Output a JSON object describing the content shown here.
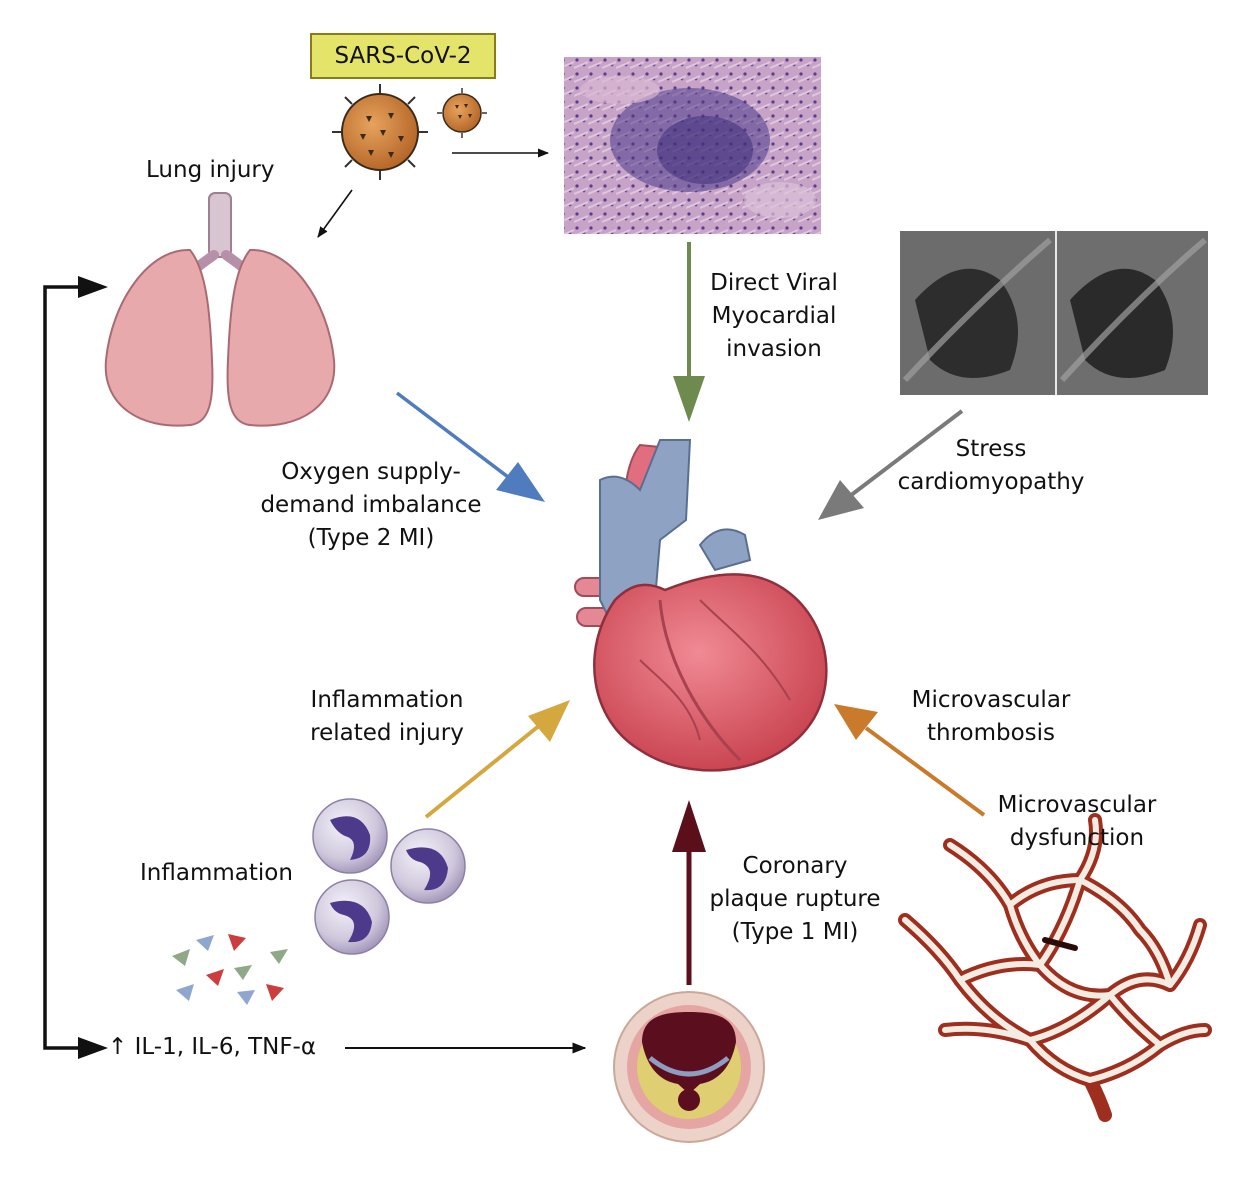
{
  "virus": {
    "label": "SARS-CoV-2"
  },
  "labels": {
    "lung_injury": "Lung injury",
    "direct_viral": [
      "Direct Viral",
      "Myocardial",
      "invasion"
    ],
    "stress": [
      "Stress",
      "cardiomyopathy"
    ],
    "oxygen": [
      "Oxygen supply-",
      "demand imbalance",
      "(Type 2 MI)"
    ],
    "inflammation_injury": [
      "Inflammation",
      "related injury"
    ],
    "micro_thrombosis": [
      "Microvascular",
      "thrombosis"
    ],
    "micro_dysfunction": [
      "Microvascular",
      "dysfunction"
    ],
    "inflammation": "Inflammation",
    "coronary": [
      "Coronary",
      "plaque rupture",
      "(Type 1 MI)"
    ],
    "cytokines": "↑ IL-1, IL-6, TNF-α"
  },
  "colors": {
    "oxygen_arrow": "#4f7cbf",
    "viral_arrow": "#6e8a4e",
    "stress_arrow": "#7a7a7a",
    "inflammation_arrow": "#d4a73f",
    "thrombosis_arrow": "#c97a2a",
    "coronary_arrow": "#5a0f1a",
    "feedback_line": "#111111"
  }
}
